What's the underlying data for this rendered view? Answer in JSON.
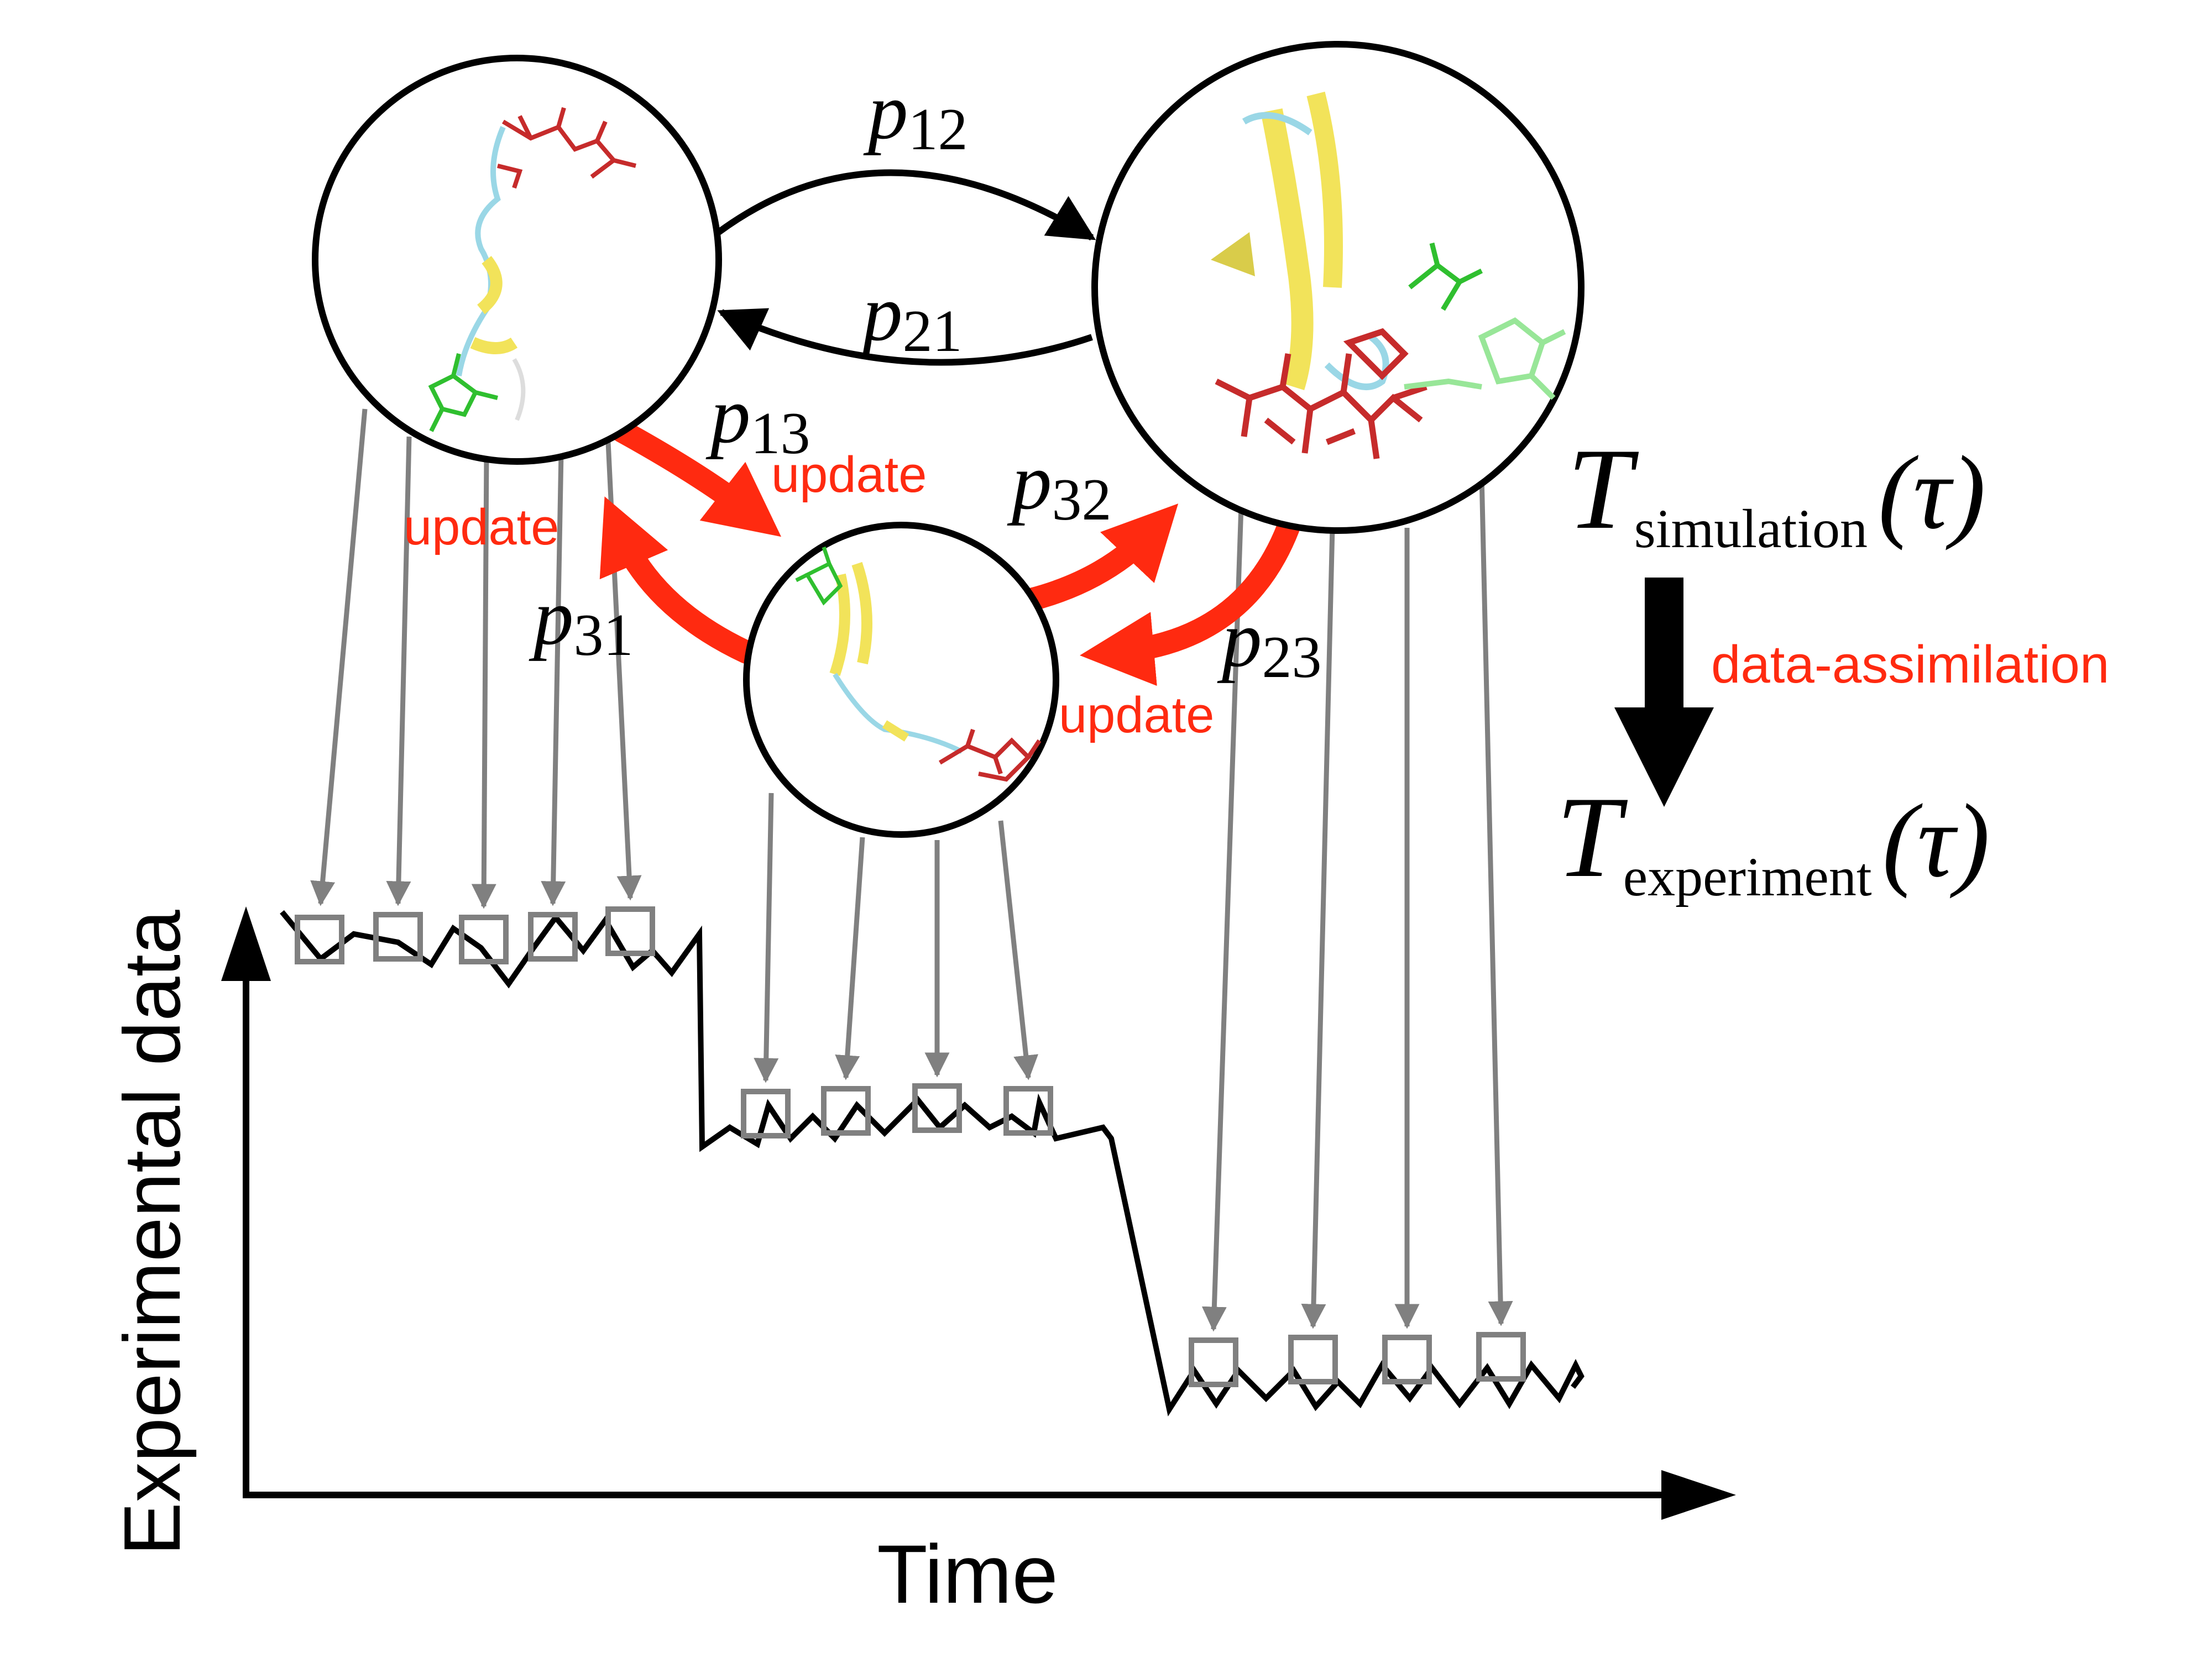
{
  "colors": {
    "black": "#000000",
    "gray": "#808080",
    "red": "#ff2a10",
    "helix_red": "#c62b2b",
    "green": "#2fbf2f",
    "light_green": "#98e698",
    "yellow": "#f2e35a",
    "cyan": "#9ad7e6"
  },
  "transitions": {
    "p12": {
      "base": "p",
      "sub": "12"
    },
    "p21": {
      "base": "p",
      "sub": "21"
    },
    "p13": {
      "base": "p",
      "sub": "13"
    },
    "p31": {
      "base": "p",
      "sub": "31"
    },
    "p32": {
      "base": "p",
      "sub": "32"
    },
    "p23": {
      "base": "p",
      "sub": "23"
    }
  },
  "update_labels": {
    "u13": "update",
    "u31": "update",
    "u23": "update"
  },
  "matrices": {
    "simulation": {
      "base": "T",
      "sub": "simulation",
      "arg": "(τ)"
    },
    "experiment": {
      "base": "T",
      "sub": "experiment",
      "arg": "(τ)"
    },
    "assimilation_label": "data-assimilation"
  },
  "axes": {
    "y_label": "Experimental data",
    "x_label": "Time"
  },
  "icons": {
    "state1": "protein-structure-icon",
    "state2": "protein-structure-icon",
    "state3": "protein-structure-icon"
  }
}
